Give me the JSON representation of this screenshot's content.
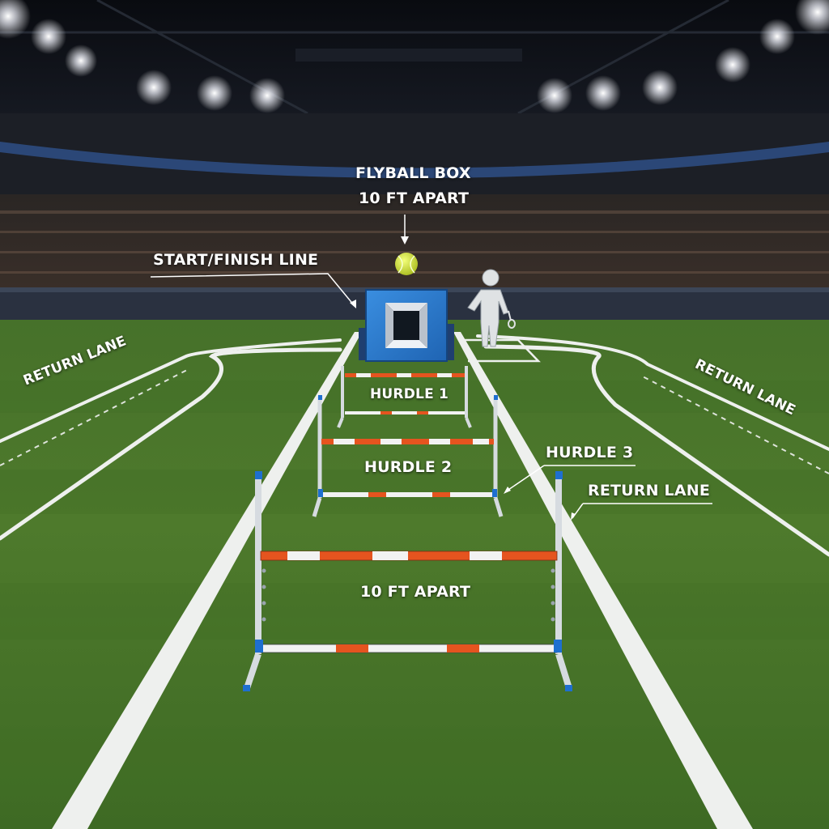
{
  "labels": {
    "flyball_box": "FLYBALL BOX",
    "box_spacing": "10 FT APART",
    "start_finish": "START/FINISH LINE",
    "return_lane_left": "RETURN LANE",
    "return_lane_right": "RETURN LANE",
    "return_lane_center": "RETURN LANE",
    "hurdle_1": "HURDLE 1",
    "hurdle_2": "HURDLE 2",
    "hurdle_3": "HURDLE 3",
    "hurdle_spacing": "10 FT APART"
  },
  "colors": {
    "turf": "#4e7a2c",
    "turf_dark": "#3c6222",
    "line": "#f2f2f2",
    "box_blue": "#2f7fd0",
    "bar_orange": "#e5541f",
    "pole": "#d6dbe0",
    "pole_cap": "#1e6fd0",
    "ball": "#d7e83a"
  },
  "icons": {
    "ball": "tennis-ball-icon",
    "person": "handler-person-icon"
  }
}
